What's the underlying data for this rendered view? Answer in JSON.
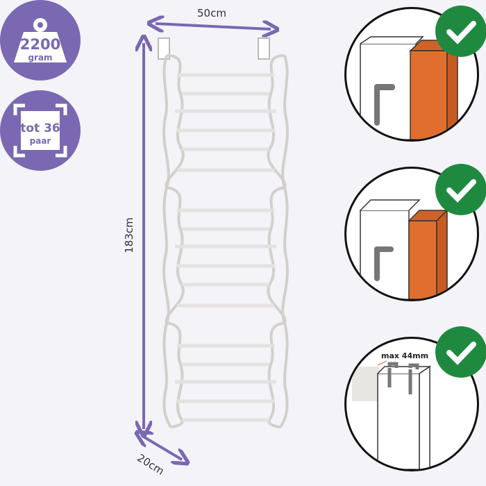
{
  "badges": {
    "weight": {
      "value": "2200",
      "unit": "gram",
      "icon": "weight-icon"
    },
    "capacity": {
      "value": "tot 36",
      "unit": "paar",
      "icon": "expand-icon"
    }
  },
  "dimensions": {
    "width": "50cm",
    "height": "183cm",
    "depth": "20cm"
  },
  "door_fit": [
    {
      "icon": "door-thick-icon",
      "status": "check-icon"
    },
    {
      "icon": "door-frame-icon",
      "status": "check-icon"
    },
    {
      "icon": "door-hooks-icon",
      "status": "check-icon",
      "label": "max 44mm"
    }
  ],
  "colors": {
    "accent": "#7a68b2",
    "check": "#1f8a3f",
    "door": "#e06f2f"
  }
}
